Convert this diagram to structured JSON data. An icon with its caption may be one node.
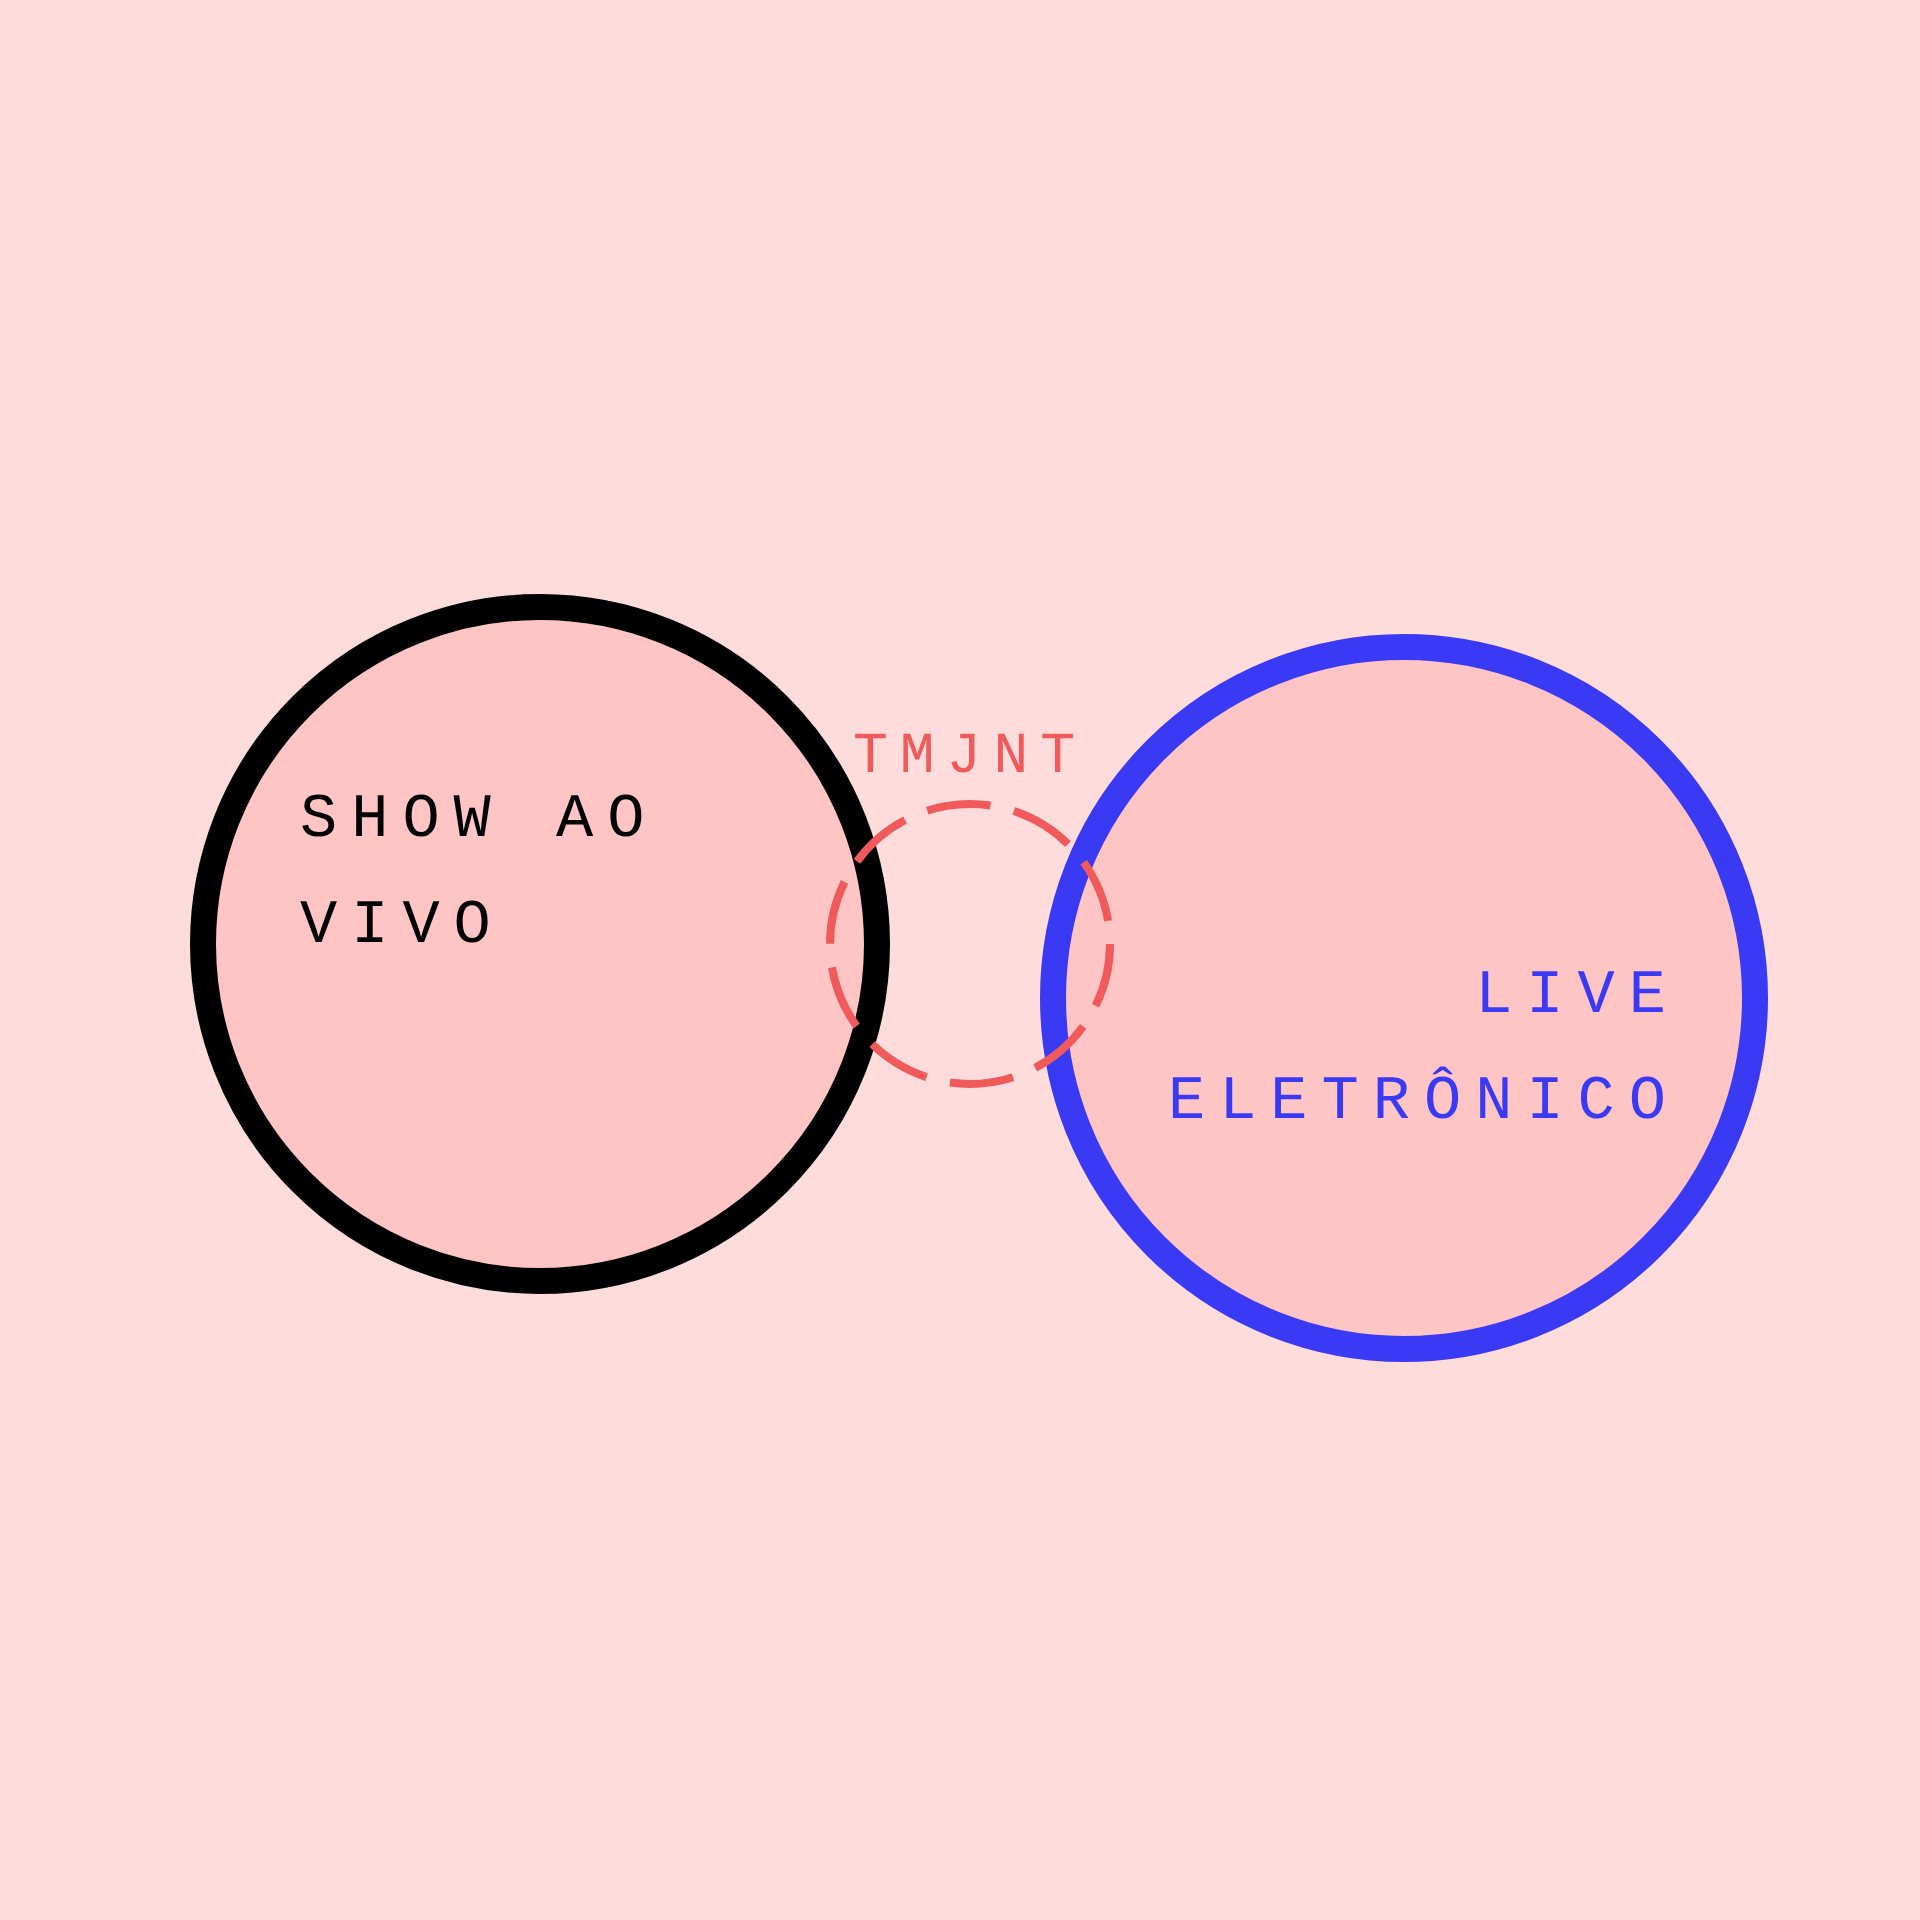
{
  "diagram": {
    "nodes": [
      {
        "text": [
          "SHOW AO VIVO"
        ]
      },
      {
        "text": [
          "TMJNT"
        ]
      },
      {
        "text": [
          "LIVE ELETRÔNICO"
        ]
      }
    ]
  }
}
